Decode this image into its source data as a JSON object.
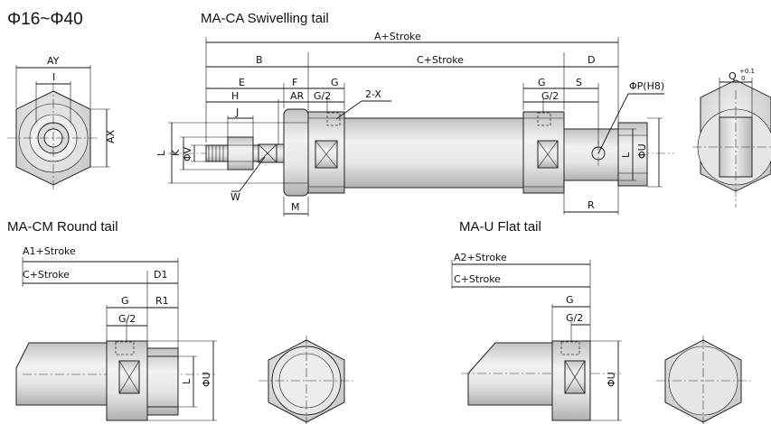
{
  "header": {
    "size_range": "Φ16~Φ40"
  },
  "views": {
    "ca": {
      "title": "MA-CA Swivelling tail"
    },
    "cm": {
      "title": "MA-CM Round tail"
    },
    "u": {
      "title": "MA-U Flat tail"
    }
  },
  "labels": {
    "a_stroke": "A+Stroke",
    "b": "B",
    "c_stroke": "C+Stroke",
    "d": "D",
    "e": "E",
    "f": "F",
    "g": "G",
    "g_half": "G/2",
    "x2": "2-X",
    "h": "H",
    "ar": "AR",
    "j": "J",
    "s": "S",
    "phi_p": "ΦP(H8)",
    "l": "L",
    "k": "K",
    "phi_v": "ΦV",
    "phi_u": "ΦU",
    "w": "W",
    "m": "M",
    "r": "R",
    "ay": "AY",
    "i": "I",
    "ax": "AX",
    "q": "Q",
    "q_tol": "+0.1",
    "q_tol_low": "0",
    "a1_stroke": "A1+Stroke",
    "c_stroke_cm": "C+Stroke",
    "d1": "D1",
    "r1": "R1",
    "a2_stroke": "A2+Stroke",
    "c_stroke_u": "C+Stroke"
  },
  "colors": {
    "metal_light": "#f4f4f4",
    "metal_dark": "#b9b9b9",
    "line": "#111111"
  }
}
